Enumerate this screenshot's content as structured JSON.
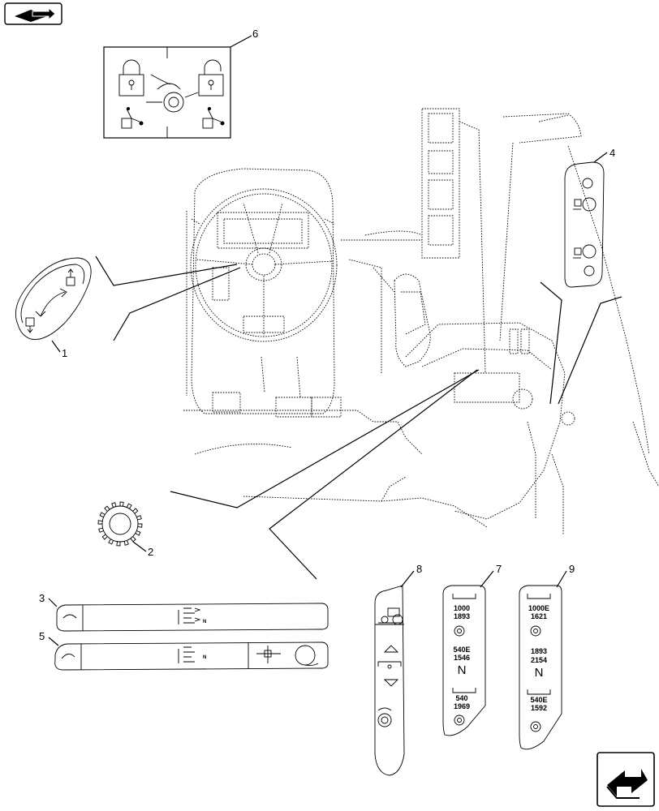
{
  "callouts": {
    "c1": "1",
    "c2": "2",
    "c3": "3",
    "c4": "4",
    "c5": "5",
    "c6": "6",
    "c7": "7",
    "c8": "8",
    "c9": "9"
  },
  "decal7": {
    "row1a": "1000",
    "row1b": "1893",
    "row2a": "540E",
    "row2b": "1546",
    "row2c": "N",
    "row3a": "540",
    "row3b": "1969"
  },
  "decal9": {
    "row1a": "1000E",
    "row1b": "1621",
    "row2a": "1893",
    "row2b": "2154",
    "row2c": "N",
    "row3a": "540E",
    "row3b": "1592"
  },
  "decal3": {
    "mark": "N"
  },
  "decal5": {
    "mark": "N"
  },
  "icons": {
    "top_left": "book-arrow-icon",
    "bottom_right": "next-page-arrow-icon"
  }
}
